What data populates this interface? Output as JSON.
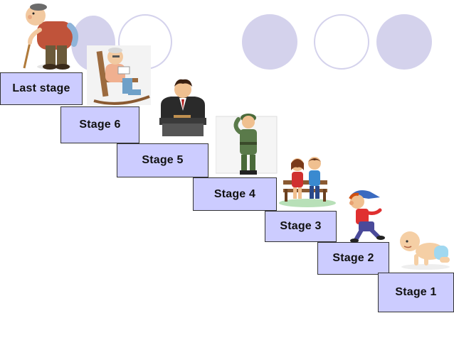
{
  "colors": {
    "step_fill": "#ccccff",
    "step_border": "#333333",
    "circle": "#d4d2ec"
  },
  "stages": [
    {
      "id": "last",
      "label": "Last stage",
      "figure": "elderly-man-with-cane-icon"
    },
    {
      "id": "6",
      "label": "Stage 6",
      "figure": "elderly-man-rocking-chair-icon"
    },
    {
      "id": "5",
      "label": "Stage 5",
      "figure": "businessman-at-desk-icon"
    },
    {
      "id": "4",
      "label": "Stage 4",
      "figure": "soldier-saluting-icon"
    },
    {
      "id": "3",
      "label": "Stage 3",
      "figure": "couple-on-bench-icon"
    },
    {
      "id": "2",
      "label": "Stage 2",
      "figure": "boy-running-icon"
    },
    {
      "id": "1",
      "label": "Stage 1",
      "figure": "crawling-baby-icon"
    }
  ]
}
